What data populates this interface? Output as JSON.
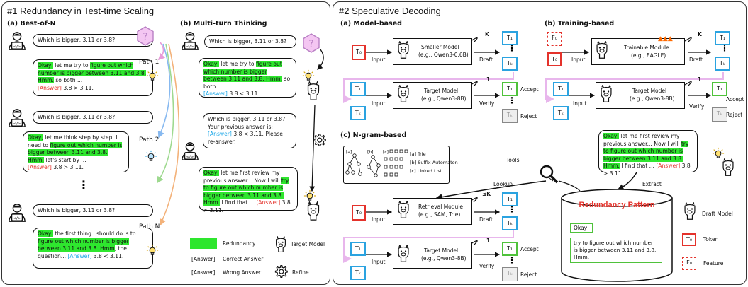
{
  "left": {
    "title": "#1 Redundancy in Test-time Scaling",
    "best_of_n": {
      "label": "(a) Best-of-N",
      "question": "Which is bigger, 3.11 or 3.8?",
      "path_labels": [
        "Path 1",
        "Path 2",
        "Path N"
      ],
      "dots": "⋮",
      "r1": {
        "p1": "Okay,",
        "p2": " let me try to ",
        "p3": "figure out which number is bigger between 3.11 and 3.8. Hmm.",
        "p4": " so both ...",
        "ans_tag": "[Answer]",
        "ans": " 3.8 > 3.11."
      },
      "r2": {
        "p1": "Okay,",
        "p2": " let me think step by step. I need to ",
        "p3": "figure out which number is bigger between 3.11 and 3.8. Hmm.",
        "p4": " let's start by ...",
        "ans_tag": "[Answer]",
        "ans": " 3.8 > 3.11."
      },
      "r3": {
        "p1": "Okay,",
        "p2": " the first thing I should do is to ",
        "p3": "figure out which number is bigger between 3.11 and 3.8. Hmm",
        "p4": ", the question... ",
        "ans_tag": "[Answer]",
        "ans": " 3.8 < 3.11."
      }
    },
    "multi_turn": {
      "label": "(b) Multi-turn Thinking",
      "question": "Which is bigger, 3.11 or 3.8?",
      "r1": {
        "p1": "Okay,",
        "p2": " let me try to ",
        "p3": "figure out which number is bigger between 3.11 and 3.8. Hmm.",
        "p4": " so both ...",
        "ans_tag": "[Answer]",
        "ans": " 3.8 < 3.11."
      },
      "q2": {
        "line1": "Which is bigger, 3.11 or 3.8?",
        "line2": "Your previous answer is:",
        "ans_tag": "[Answer]",
        "ans": " 3.8 < 3.11. Please re-answer."
      },
      "r2": {
        "p1": "Okay,",
        "p2": " let me first review my previous answer... Now I will ",
        "p3": "try to figure out which number is bigger between 3.11 and 3.8. Hmm.",
        "p4": " I find that ... ",
        "ans_tag": "[Answer]",
        "ans": " 3.8 > 3.11."
      }
    },
    "legend": {
      "redundancy": "Redundancy",
      "correct_tag": "[Answer]",
      "correct": "Correct Answer",
      "wrong_tag": "[Answer]",
      "wrong": "Wrong Answer",
      "target_model": "Target Model",
      "refine": "Refine"
    }
  },
  "right": {
    "title": "#2 Speculative Decoding",
    "model_based": {
      "label": "(a) Model-based",
      "t0": "T₀",
      "input": "Input",
      "draft_box": [
        "Smaller Model",
        "(e.g., Qwen3-0.6B)"
      ],
      "draft": "Draft",
      "k": "K",
      "t1": "T₁",
      "tk": "Tₖ",
      "target_box": [
        "Target Model",
        "(e.g., Qwen3-8B)"
      ],
      "verify": "Verify",
      "one": "1",
      "accept": "Accept",
      "reject": "Reject"
    },
    "training_based": {
      "label": "(b) Training-based",
      "f0": "F₀",
      "t0": "T₀",
      "input": "Input",
      "draft_box": [
        "Trainable Module",
        "(e.g., EAGLE)"
      ],
      "draft": "Draft",
      "k": "K",
      "t1": "T₁",
      "tk": "Tₖ",
      "target_box": [
        "Target Model",
        "(e.g., Qwen3-8B)"
      ],
      "verify": "Verify",
      "one": "1",
      "accept": "Accept",
      "reject": "Reject"
    },
    "ngram_based": {
      "label": "(c) N-gram-based",
      "tools_legend": [
        "[a] Trie",
        "[b] Suffix Automaton",
        "[c] Linked List"
      ],
      "tools_tags": [
        "[a]",
        "[b]",
        "[c]"
      ],
      "tools": "Tools",
      "lookup": "Lookup",
      "extract": "Extract",
      "t0": "T₀",
      "input": "Input",
      "draft_box": [
        "Retrieval Module",
        "(e.g., SAM, Trie)"
      ],
      "draft": "Draft",
      "k": "≤K",
      "t1": "T₁",
      "tk": "Tₖ",
      "target_box": [
        "Target Model",
        "(e.g., Qwen3-8B)"
      ],
      "verify": "Verify",
      "one": "1",
      "accept": "Accept",
      "reject": "Reject",
      "bubble": {
        "p1": "Okay,",
        "p2": " let me first review my previous answer... Now I will ",
        "p3": "try to figure out which number is bigger between 3.11 and 3.8. Hmm.",
        "p4": " I find that ... ",
        "ans_tag": "[Answer]",
        "ans": " 3.8 > 3.11."
      },
      "pattern_title": "Redundancy Pattern",
      "pattern_item1": "Okay,",
      "pattern_item2": "try to figure out which number is bigger between 3.11 and 3.8, Hmm."
    },
    "legend": {
      "draft_model": "Draft Model",
      "t0": "T₀",
      "token": "Token",
      "f0": "F₀",
      "feature": "Feature"
    }
  },
  "colors": {
    "green": "#2ee62e",
    "red": "#e4322b",
    "blue": "#1aa7e8",
    "purple": "#e8b6ec",
    "token_green": "#4fc23b",
    "token_blue": "#2ba3e0"
  },
  "icons": [
    "user-icon",
    "question-icon",
    "bulb-icon",
    "llama-icon",
    "gear-icon",
    "magnifier-icon",
    "database-icon"
  ]
}
